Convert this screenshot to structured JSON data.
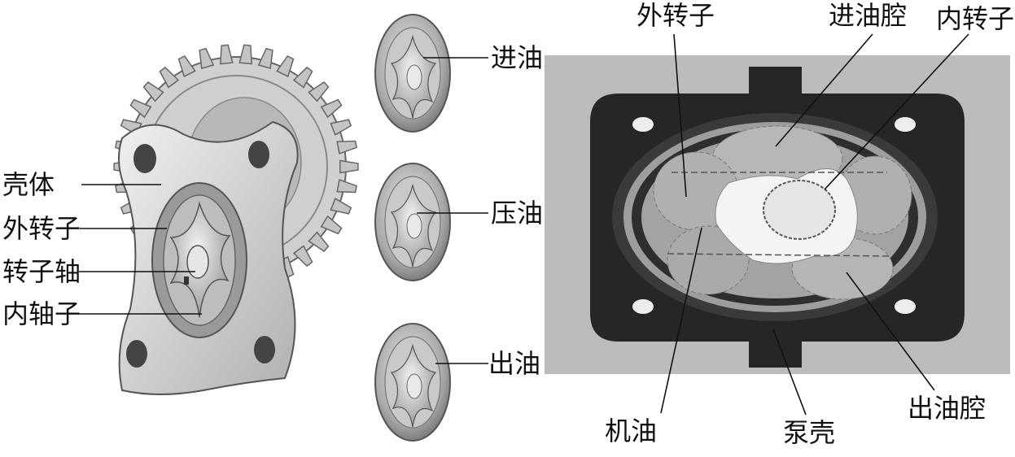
{
  "figure": {
    "left_labels": {
      "housing": "壳体",
      "outer_rotor": "外转子",
      "rotor_shaft": "转子轴",
      "inner_rotor": "内轴子"
    },
    "stage_labels": {
      "intake": "进油",
      "compress": "压油",
      "discharge": "出油"
    },
    "right_labels": {
      "outer_rotor": "外转子",
      "intake_chamber": "进油腔",
      "inner_rotor": "内转子",
      "engine_oil": "机油",
      "pump_housing": "泵壳",
      "discharge_chamber": "出油腔"
    }
  },
  "colors": {
    "ink": "#111111",
    "metal_light": "#e2e2e2",
    "metal_mid": "#b9b9b9",
    "metal_dark": "#7a7a7a",
    "housing_dark": "#2a2a2a",
    "photo_bg": "#bdbdbd"
  }
}
